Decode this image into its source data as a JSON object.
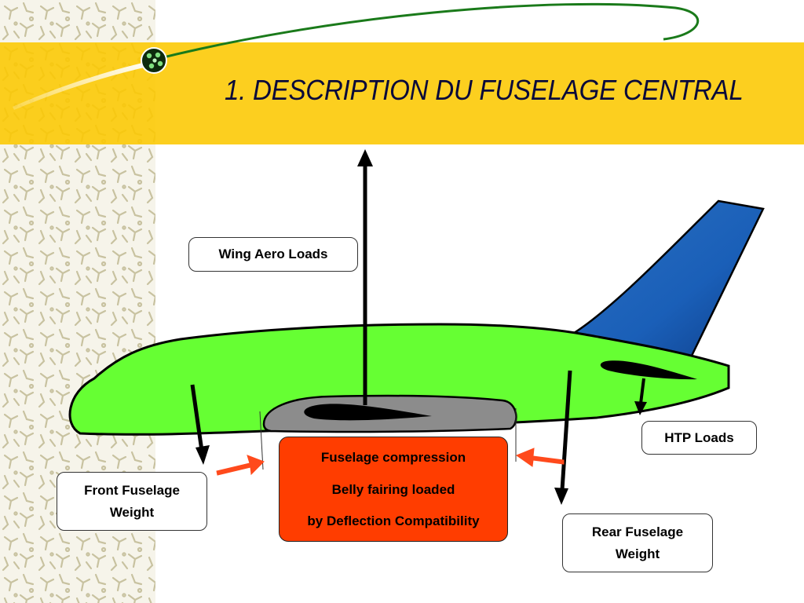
{
  "slide": {
    "title": "1. DESCRIPTION DU FUSELAGE CENTRAL"
  },
  "labels": {
    "wing_aero_loads": "Wing Aero Loads",
    "htp_loads": "HTP Loads",
    "front_fuselage_line1": "Front Fuselage",
    "front_fuselage_line2": "Weight",
    "rear_fuselage_line1": "Rear Fuselage",
    "rear_fuselage_line2": "Weight"
  },
  "center_note": {
    "line1": "Fuselage compression",
    "line2": "Belly fairing loaded",
    "line3": "by Deflection Compatibility"
  },
  "colors": {
    "banner": "#fcc800",
    "fuselage": "#66ff33",
    "tail": "#1f6cc4",
    "belly_fairing": "#8c8c8c",
    "compression_arrow": "#ff4a1c",
    "note_box": "#ff3d00"
  }
}
